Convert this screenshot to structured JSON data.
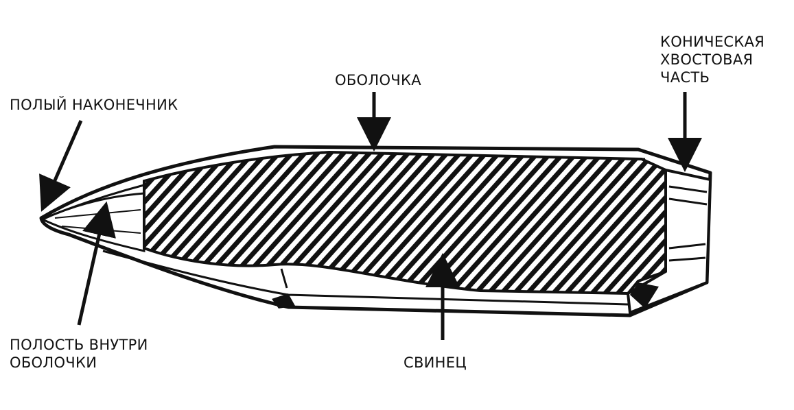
{
  "labels": {
    "hollow_tip": [
      "ПОЛЫЙ НАКОНЕЧНИК"
    ],
    "jacket": [
      "ОБОЛОЧКА"
    ],
    "boat_tail": [
      "КОНИЧЕСКАЯ",
      "ХВОСТОВАЯ",
      "ЧАСТЬ"
    ],
    "cavity": [
      "ПОЛОСТЬ ВНУТРИ",
      "ОБОЛОЧКИ"
    ],
    "lead": [
      "СВИНЕЦ"
    ]
  },
  "colors": {
    "ink": "#111111",
    "paper": "#ffffff"
  }
}
